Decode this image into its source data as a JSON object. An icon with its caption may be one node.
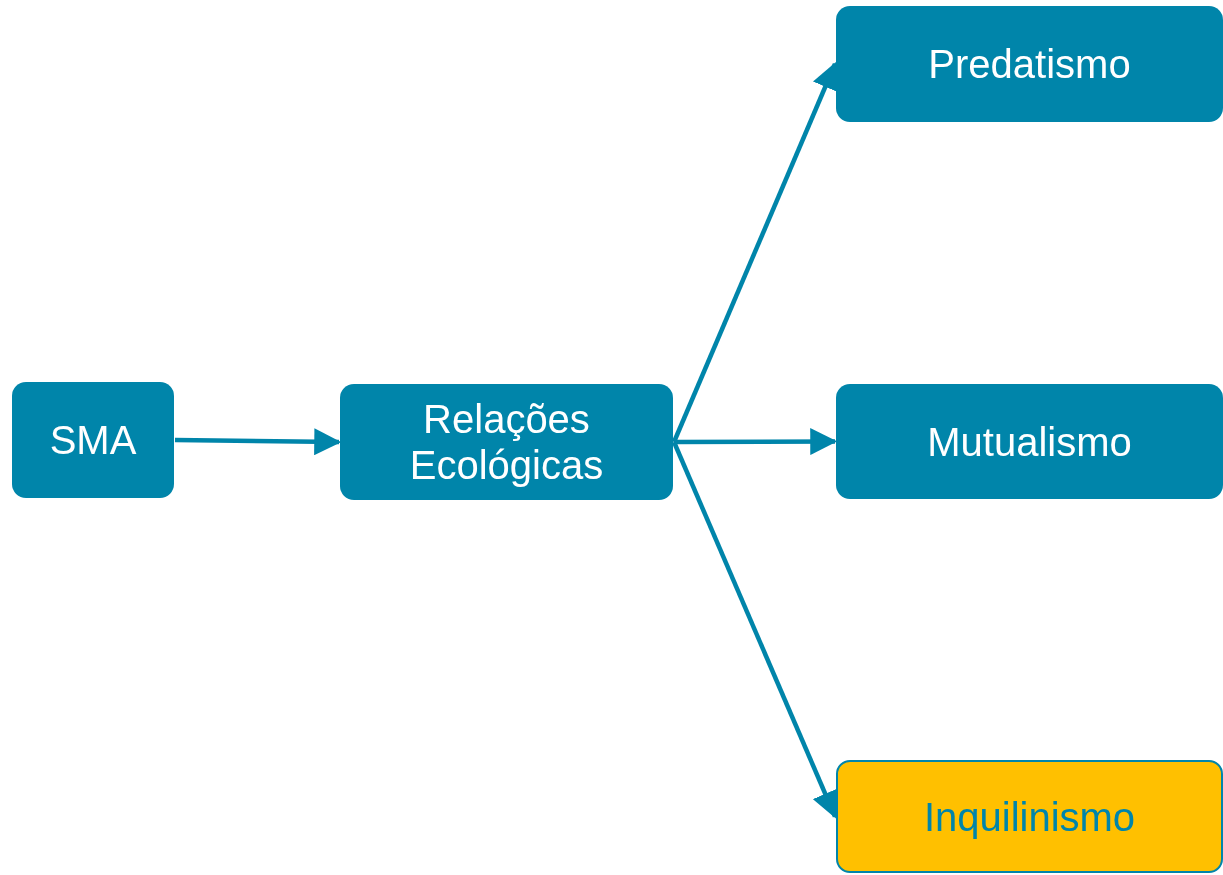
{
  "diagram": {
    "nodes": [
      {
        "text": [
          "SMA"
        ]
      },
      {
        "text": [
          "Relações Ecológicas"
        ]
      },
      {
        "text": [
          "Predatismo"
        ]
      },
      {
        "text": [
          "Mutualismo"
        ]
      },
      {
        "text": [
          "Inquilinismo"
        ]
      }
    ],
    "edges": [
      {
        "from": 0,
        "to": 1,
        "arrow": "to"
      },
      {
        "from": 1,
        "to": 2,
        "arrow": "to"
      },
      {
        "from": 1,
        "to": 3,
        "arrow": "to"
      },
      {
        "from": 1,
        "to": 4,
        "arrow": "to"
      }
    ]
  }
}
